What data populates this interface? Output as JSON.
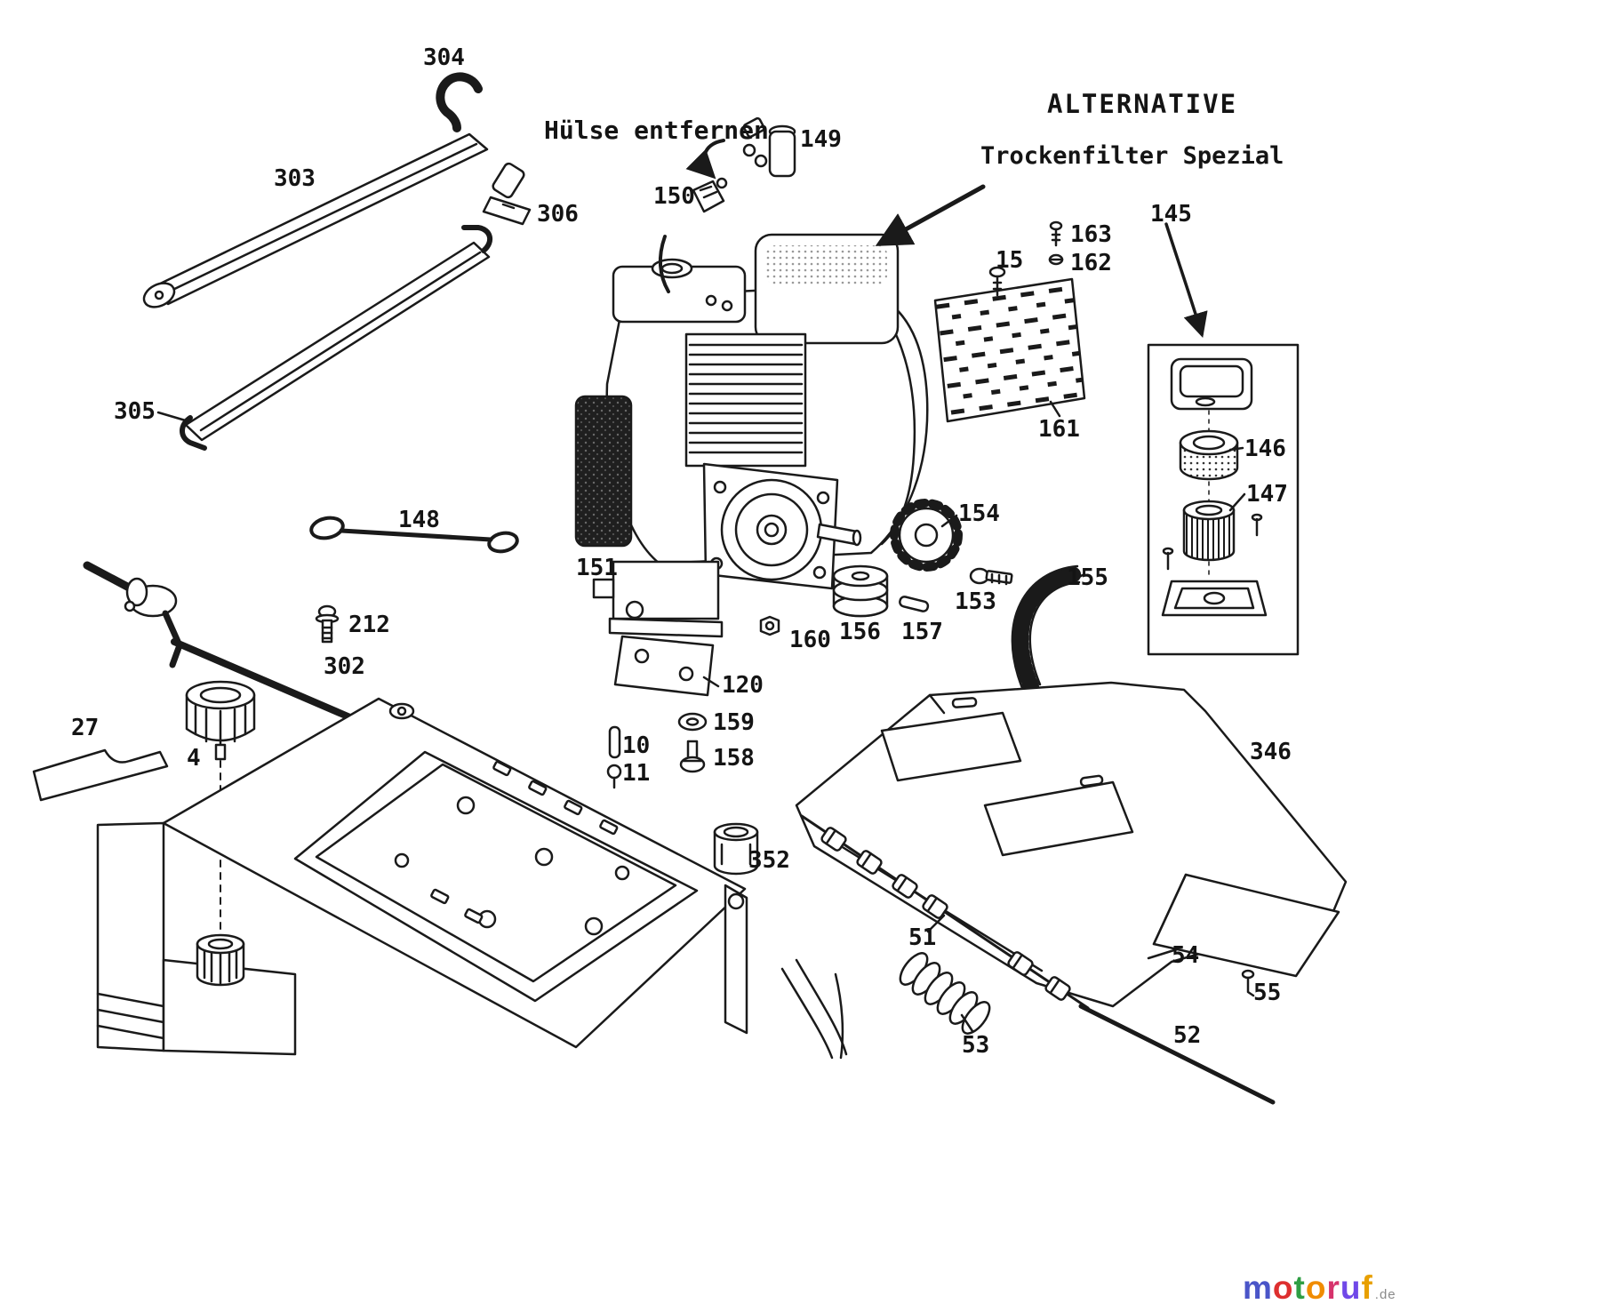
{
  "page": {
    "bg": "#ffffff",
    "ink": "#1a1a1a"
  },
  "notes": {
    "huelse": "Hülse entfernen",
    "alternative": "ALTERNATIVE",
    "trockenfilter": "Trockenfilter Spezial"
  },
  "labels": {
    "p4": "4",
    "p10": "10",
    "p11": "11",
    "p15": "15",
    "p27": "27",
    "p51": "51",
    "p52": "52",
    "p53": "53",
    "p54": "54",
    "p55": "55",
    "p120": "120",
    "p145": "145",
    "p146": "146",
    "p147": "147",
    "p148": "148",
    "p149": "149",
    "p150": "150",
    "p151": "151",
    "p153": "153",
    "p154": "154",
    "p155": "155",
    "p156": "156",
    "p157": "157",
    "p158": "158",
    "p159": "159",
    "p160": "160",
    "p161": "161",
    "p162": "162",
    "p163": "163",
    "p212": "212",
    "p302": "302",
    "p303": "303",
    "p304": "304",
    "p305": "305",
    "p306": "306",
    "p346": "346",
    "p352": "352"
  },
  "logo": {
    "letters": [
      {
        "ch": "m",
        "color": "#4a55c8"
      },
      {
        "ch": "o",
        "color": "#dd2f2f"
      },
      {
        "ch": "t",
        "color": "#2f9e44"
      },
      {
        "ch": "o",
        "color": "#f08c00"
      },
      {
        "ch": "r",
        "color": "#d6336c"
      },
      {
        "ch": "u",
        "color": "#7048e8"
      },
      {
        "ch": "f",
        "color": "#e8a000"
      }
    ],
    "suffix": ".de",
    "suffix_color": "#8a8a8a"
  }
}
